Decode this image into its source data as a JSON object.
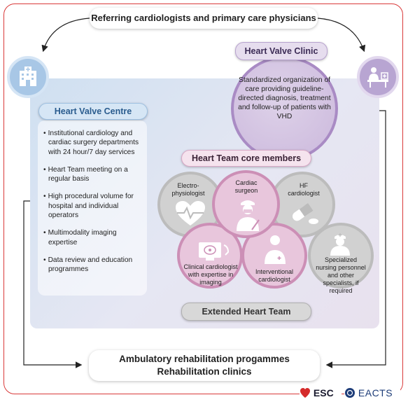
{
  "referring": "Referring cardiologists and primary care physicians",
  "rehab": {
    "line1": "Ambulatory rehabilitation progammes",
    "line2": "Rehabilitation clinics"
  },
  "centre": {
    "title": "Heart Valve Centre",
    "items": [
      "Institutional cardiology and cardiac surgery departments with 24 hour/7 day services",
      "Heart Team meeting on a regular basis",
      "High procedural volume for hospital and individual operators",
      "Multimodality imaging expertise",
      "Data review and education programmes"
    ]
  },
  "clinic": {
    "title": "Heart Valve Clinic",
    "text": "Standardized organization of care providing guideline-directed diagnosis, treatment and follow-up of patients with VHD"
  },
  "core": {
    "title": "Heart Team core members",
    "members": {
      "electro": "Electro-physiologist",
      "surgeon": "Cardiac surgeon",
      "hf": "HF cardiologist",
      "clinical": "Clinical cardiologist with expertise in imaging",
      "interventional": "Interventional cardiologist",
      "nursing": "Specialized nursing personnel and other specialists, if required"
    }
  },
  "extended": "Extended Heart Team",
  "logos": {
    "esc": "ESC",
    "eacts": "EACTS"
  },
  "icons": {
    "hospital": "hospital-icon",
    "clinic": "doctor-desk-icon",
    "heartbeat": "heartbeat-icon",
    "surgeon": "surgeon-icon",
    "pill": "pill-icon",
    "ultrasound": "ultrasound-icon",
    "doctor": "doctor-icon",
    "nurse": "nurse-icon"
  },
  "colors": {
    "frame": "#d93a3a",
    "centre": "#2a5c8e",
    "clinic": "#a98bc4",
    "core": "#cc8fb6",
    "extended": "#bcbcbc"
  }
}
